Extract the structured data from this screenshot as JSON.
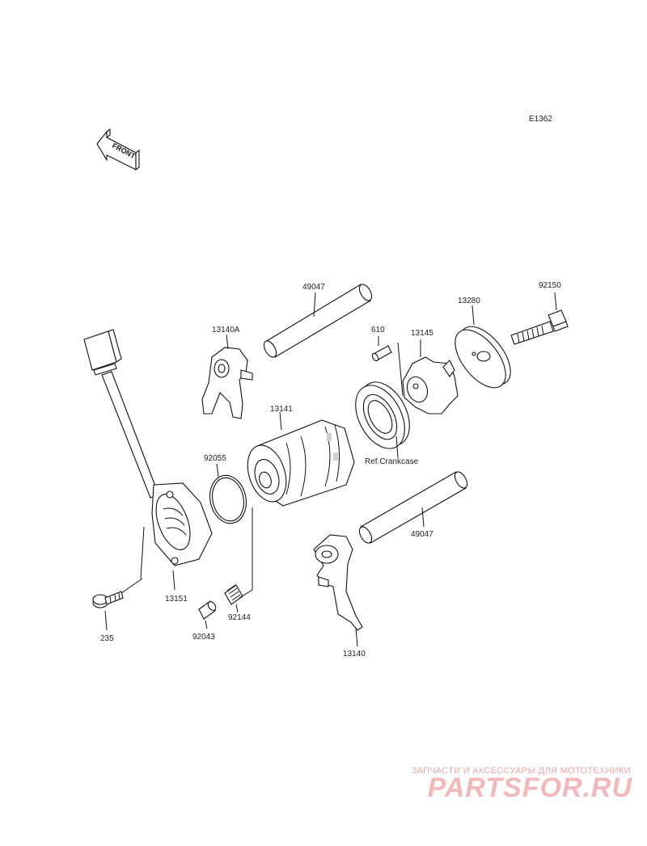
{
  "diagram": {
    "code": "E1362",
    "front_label": "FRONT",
    "ref_note": "Ref.Crankcase",
    "parts": [
      {
        "id": "p49047a",
        "number": "49047"
      },
      {
        "id": "p92150",
        "number": "92150"
      },
      {
        "id": "p13280",
        "number": "13280"
      },
      {
        "id": "p610",
        "number": "610"
      },
      {
        "id": "p13145",
        "number": "13145"
      },
      {
        "id": "p13140a",
        "number": "13140A"
      },
      {
        "id": "p13141",
        "number": "13141"
      },
      {
        "id": "p92055",
        "number": "92055"
      },
      {
        "id": "p49047b",
        "number": "49047"
      },
      {
        "id": "p13151",
        "number": "13151"
      },
      {
        "id": "p92144",
        "number": "92144"
      },
      {
        "id": "p235",
        "number": "235"
      },
      {
        "id": "p92043",
        "number": "92043"
      },
      {
        "id": "p13140",
        "number": "13140"
      }
    ]
  },
  "watermark": {
    "tagline": "ЗАПЧАСТИ И АКСЕССУАРЫ ДЛЯ МОТОТЕХНИКИ",
    "logo": "PARTSFOR.RU"
  }
}
